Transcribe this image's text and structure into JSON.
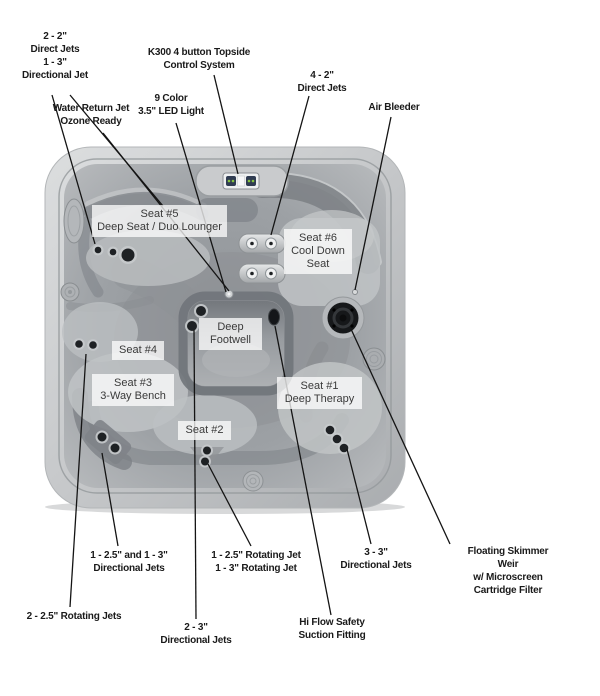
{
  "diagram": {
    "subject": "Hot tub top view with feature callouts"
  },
  "callouts": {
    "jets_top_left": "2 - 2\"\nDirect Jets\n1 - 3\"\nDirectional Jet",
    "control_system": "K300 4 button Topside\nControl System",
    "led_light": "9 Color\n3.5\" LED Light",
    "water_return": "Water Return Jet\nOzone Ready",
    "direct_jets_right": "4 - 2\"\nDirect Jets",
    "air_bleeder": "Air Bleeder",
    "directional_jets_left": "1 - 2.5\" and 1 - 3\"\nDirectional Jets",
    "rotating_jets_left": "2 - 2.5\" Rotating Jets",
    "rotating_jets_mid": "1 - 2.5\" Rotating Jet\n1 - 3\" Rotating Jet",
    "directional_jets_bottom": "2 - 3\"\nDirectional Jets",
    "directional_jets_right": "3 - 3\"\nDirectional Jets",
    "skimmer_filter": "Floating Skimmer Weir\nw/ Microscreen Cartridge Filter",
    "suction_fitting": "Hi Flow Safety\nSuction Fitting"
  },
  "seats": {
    "seat5": "Seat #5\nDeep Seat / Duo Lounger",
    "seat6": "Seat #6\nCool Down\nSeat",
    "footwell": "Deep\nFootwell",
    "seat4": "Seat #4",
    "seat3": "Seat #3\n3-Way Bench",
    "seat2": "Seat #2",
    "seat1": "Seat #1\nDeep Therapy"
  },
  "colors": {
    "shell": "#c8cacc",
    "bowl": "#9da1a5",
    "channel_shadow": "#7d8186",
    "fixture_black": "#1b1d1f",
    "button_green": "#86c440",
    "label_text": "#1a1a1a",
    "seat_label_bg": "rgba(255,255,255,0.75)"
  }
}
